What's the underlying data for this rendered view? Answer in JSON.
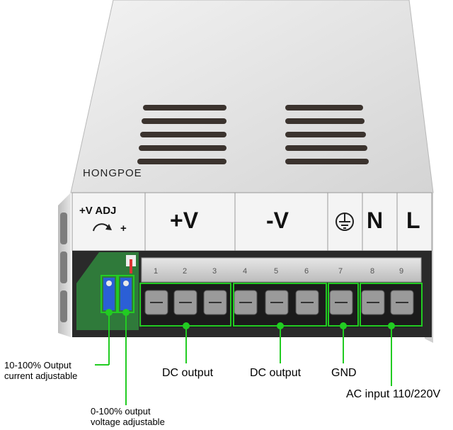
{
  "product": {
    "brand": "HONGPOE",
    "panel_labels": {
      "plus_v_adj_top": "+V  ADJ",
      "plus_v_adj_bottom": "+",
      "plus_v": "+V",
      "minus_v": "-V",
      "n": "N",
      "l": "L"
    },
    "terminal_numbers": [
      "1",
      "2",
      "3",
      "4",
      "5",
      "6",
      "7",
      "8",
      "9"
    ]
  },
  "callouts": {
    "current_adjustable_line1": "10-100% Output",
    "current_adjustable_line2": "current adjustable",
    "voltage_adjustable_line1": "0-100% output",
    "voltage_adjustable_line2": "voltage adjustable",
    "dc_output_1": "DC output",
    "dc_output_2": "DC output",
    "gnd": "GND",
    "ac_input": "AC input  110/220V"
  },
  "colors": {
    "callout_green": "#22cc22",
    "case_silver": "#d9d9d9",
    "terminal_cover": "#c9c9c9"
  }
}
